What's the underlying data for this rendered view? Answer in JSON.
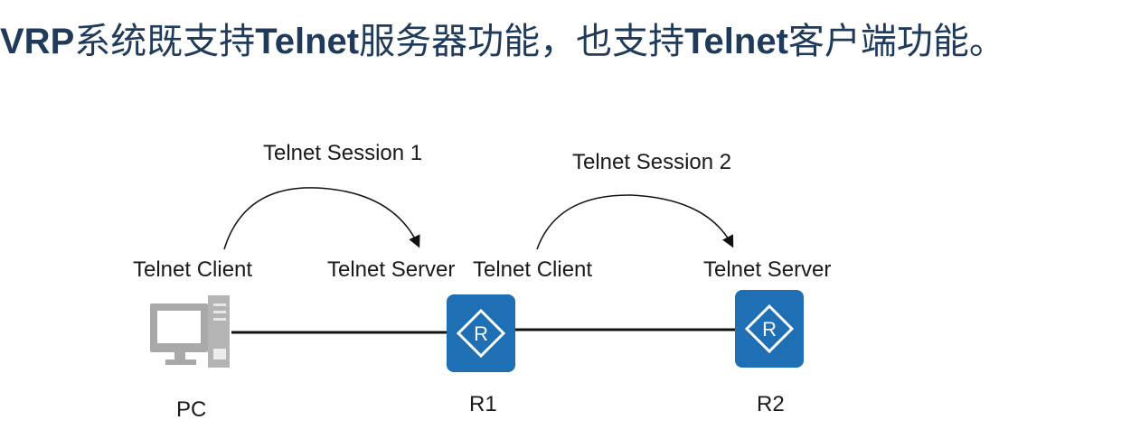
{
  "headline": {
    "part1": "VRP",
    "part2": "系统既支持",
    "part3": "Telnet",
    "part4": "服务器功能，也支持",
    "part5": "Telnet",
    "part6": "客户端功能。"
  },
  "sessions": [
    {
      "label": "Telnet Session 1"
    },
    {
      "label": "Telnet Session 2"
    }
  ],
  "roles": {
    "pc": "Telnet Client",
    "r1_server": "Telnet Server",
    "r1_client": "Telnet Client",
    "r2": "Telnet Server"
  },
  "devices": {
    "pc": "PC",
    "r1": "R1",
    "r2": "R2",
    "router_symbol": "R"
  },
  "colors": {
    "headline": "#1f3a5a",
    "router": "#1f6fb5",
    "pc": "#a8a8a8",
    "link": "#111111"
  },
  "icons": [
    "pc-icon",
    "router-icon"
  ]
}
